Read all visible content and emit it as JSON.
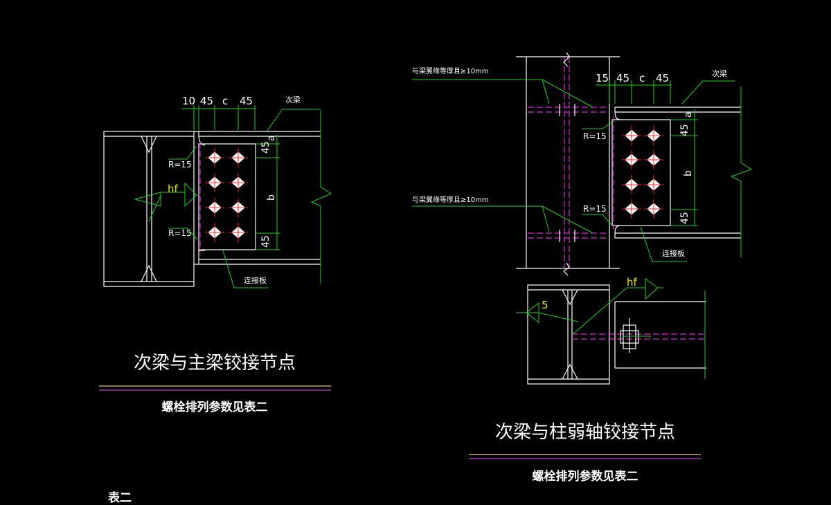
{
  "left_detail": {
    "dims_top": [
      "10",
      "45",
      "c",
      "45"
    ],
    "label_secondary_beam": "次梁",
    "label_plate": "连接板",
    "label_r_top": "R=15",
    "label_r_bottom": "R=15",
    "label_hf": "hf",
    "dims_vert": [
      "45",
      "a",
      "b",
      "45"
    ],
    "title": "次梁与主梁铰接节点",
    "subtitle": "螺栓排列参数见表二"
  },
  "right_detail": {
    "dims_top": [
      "15",
      "45",
      "c",
      "45"
    ],
    "label_secondary_beam": "次梁",
    "label_plate": "连接板",
    "label_stiffener_top": "与梁翼缘等厚且≥10mm",
    "label_stiffener_bottom": "与梁翼缘等厚且≥10mm",
    "label_r_top": "R=15",
    "label_r_bottom": "R=15",
    "label_hf": "hf",
    "label_weld": "5",
    "dims_vert": [
      "45",
      "a",
      "b",
      "45"
    ],
    "title": "次梁与柱弱轴铰接节点",
    "subtitle": "螺栓排列参数见表二"
  },
  "table_label": "表二",
  "colors": {
    "background": "#000000",
    "outline": "#ffffff",
    "dimension": "#19d419",
    "hidden_line": "#e020e0",
    "bolt_center": "#ff2020",
    "title_rule_yellow": "#e6c84a",
    "title_rule_purple": "#c040d0"
  }
}
